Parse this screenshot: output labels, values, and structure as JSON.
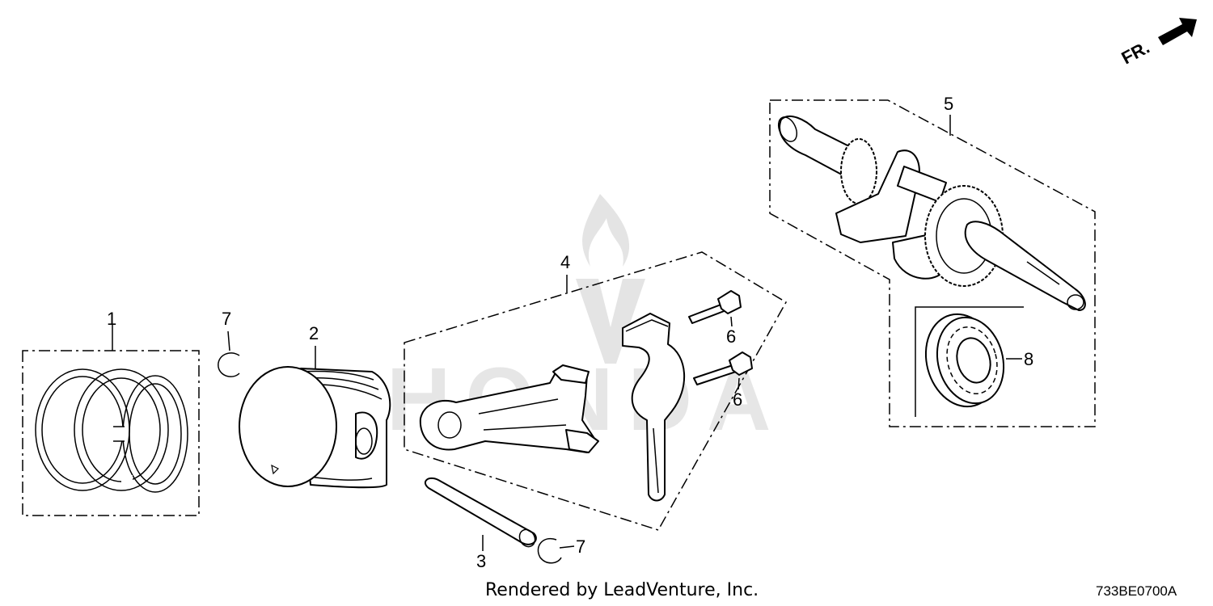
{
  "diagram": {
    "orientation_label": "FR.",
    "callouts": {
      "piston_ring_set": "1",
      "piston": "2",
      "piston_pin": "3",
      "connecting_rod": "4",
      "crankshaft": "5",
      "rod_bolt_upper": "6",
      "rod_bolt_lower": "6",
      "pin_clip_upper": "7",
      "pin_clip_lower": "7",
      "bearing": "8"
    },
    "watermark": "HONDA"
  },
  "footer": {
    "credit": "Rendered by LeadVenture, Inc.",
    "code": "733BE0700A"
  }
}
